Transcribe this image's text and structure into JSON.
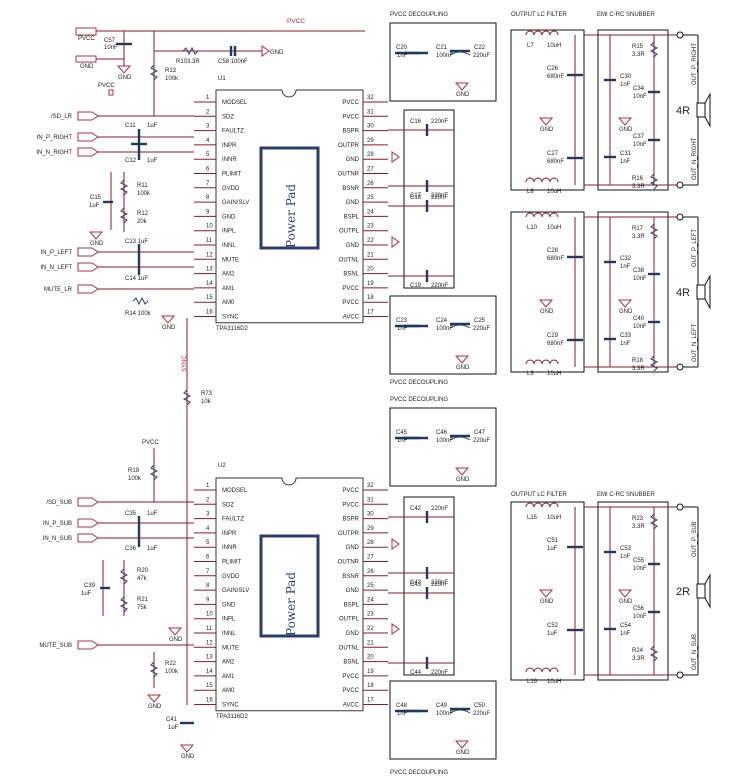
{
  "title": "TPA3116D2 2.1 Amplifier Schematic",
  "net_labels": {
    "pvcc": "PVCC",
    "gnd": "GND",
    "sync": "SYNC"
  },
  "section_titles": {
    "pvcc_decoupling": "PVCC DECOUPLING",
    "output_lc_filter": "OUTPUT LC FILTER",
    "emi_snubber": "EMI C-RC SNUBBER"
  },
  "power_pad_label": "Power Pad",
  "top_misc": {
    "c57": "C57",
    "c57v": "10nF",
    "r103": "R103.3R",
    "c58": "C58 100nF",
    "r13": "R13",
    "r13v": "100k",
    "u1": "U1",
    "u2": "U2",
    "r73": "R73",
    "r73v": "10k",
    "r19": "R19",
    "r19v": "100k"
  },
  "inputs_u1": [
    {
      "label": "/SD_LR"
    },
    {
      "label": "IN_P_RIGHT"
    },
    {
      "label": "IN_N_RIGHT"
    },
    {
      "label": "IN_P_LEFT"
    },
    {
      "label": "IN_N_LEFT"
    },
    {
      "label": "MUTE_LR"
    }
  ],
  "inputs_u2": [
    {
      "label": "/SD_SUB"
    },
    {
      "label": "IN_P_SUB"
    },
    {
      "label": "IN_N_SUB"
    },
    {
      "label": "MUTE_SUB"
    }
  ],
  "u1_input_parts": {
    "c11": "C11",
    "c11v": "1uF",
    "c12": "C12",
    "c12v": "1uF",
    "r11": "R11",
    "r11v": "100k",
    "r12": "R12",
    "r12v": "20k",
    "c15": "C15",
    "c15v": "1uF",
    "c13": "C13 1uF",
    "c14": "C14 1uF",
    "r14": "R14 100k"
  },
  "u2_input_parts": {
    "c35": "C35",
    "c35v": "1uF",
    "c36": "C36",
    "c36v": "1uF",
    "r20": "R20",
    "r20v": "47k",
    "r21": "R21",
    "r21v": "75k",
    "c39": "C39",
    "c39v": "1uF",
    "r22": "R22",
    "r22v": "100k",
    "c41": "C41",
    "c41v": "1uF"
  },
  "chip": {
    "part": "TPA3116D2",
    "left_pins": [
      {
        "num": "1",
        "name": "MODSEL"
      },
      {
        "num": "2",
        "name": "SDZ"
      },
      {
        "num": "3",
        "name": "FAULTZ"
      },
      {
        "num": "4",
        "name": "INPR"
      },
      {
        "num": "5",
        "name": "INNR"
      },
      {
        "num": "6",
        "name": "PLIMIT"
      },
      {
        "num": "7",
        "name": "GVDD"
      },
      {
        "num": "8",
        "name": "GAIN/SLV"
      },
      {
        "num": "9",
        "name": "GND"
      },
      {
        "num": "10",
        "name": "INPL"
      },
      {
        "num": "11",
        "name": "INNL"
      },
      {
        "num": "12",
        "name": "MUTE"
      },
      {
        "num": "13",
        "name": "AM2"
      },
      {
        "num": "14",
        "name": "AM1"
      },
      {
        "num": "15",
        "name": "AM0"
      },
      {
        "num": "16",
        "name": "SYNC"
      }
    ],
    "right_pins": [
      {
        "num": "32",
        "name": "PVCC"
      },
      {
        "num": "31",
        "name": "PVCC"
      },
      {
        "num": "30",
        "name": "BSPR"
      },
      {
        "num": "29",
        "name": "OUTPR"
      },
      {
        "num": "28",
        "name": "GND"
      },
      {
        "num": "27",
        "name": "OUTNR"
      },
      {
        "num": "26",
        "name": "BSNR"
      },
      {
        "num": "25",
        "name": "GND"
      },
      {
        "num": "24",
        "name": "BSPL"
      },
      {
        "num": "23",
        "name": "OUTPL"
      },
      {
        "num": "22",
        "name": "GND"
      },
      {
        "num": "21",
        "name": "OUTNL"
      },
      {
        "num": "20",
        "name": "BSNL"
      },
      {
        "num": "19",
        "name": "PVCC"
      },
      {
        "num": "18",
        "name": "PVCC"
      },
      {
        "num": "17",
        "name": "AVCC"
      }
    ]
  },
  "bootstrap_u1": [
    {
      "ref": "C16",
      "val": "220nF"
    },
    {
      "ref": "C17",
      "val": "220nF"
    },
    {
      "ref": "C18",
      "val": "220nF"
    },
    {
      "ref": "C19",
      "val": "220nF"
    }
  ],
  "bootstrap_u2": [
    {
      "ref": "C42",
      "val": "220nF"
    },
    {
      "ref": "C43",
      "val": "220nF"
    },
    {
      "ref": "C43",
      "val": "220nF"
    },
    {
      "ref": "C44",
      "val": "220nF"
    }
  ],
  "decoupling": [
    {
      "c1": "C20",
      "c1v": "1nF",
      "c2": "C21",
      "c2v": "100nF",
      "c3": "C22",
      "c3v": "220uF"
    },
    {
      "c1": "C23",
      "c1v": "1nF",
      "c2": "C24",
      "c2v": "100nF",
      "c3": "C25",
      "c3v": "220uF"
    },
    {
      "c1": "C45",
      "c1v": "1nF",
      "c2": "C46",
      "c2v": "100nF",
      "c3": "C47",
      "c3v": "220uF"
    },
    {
      "c1": "C48",
      "c1v": "1nF",
      "c2": "C49",
      "c2v": "100nF",
      "c3": "C50",
      "c3v": "220uF"
    }
  ],
  "lc_filters": [
    {
      "l_top": "L7",
      "l_bot": "L8",
      "lv": "10uH",
      "c_top": "C26",
      "c_bot": "C27",
      "cv": "680nF"
    },
    {
      "l_top": "L10",
      "l_bot": "L9",
      "lv": "10uH",
      "c_top": "C28",
      "c_bot": "C29",
      "cv": "680nF"
    },
    {
      "l_top": "L15",
      "l_bot": "L16",
      "lv": "10uH",
      "c_top": "C51",
      "c_bot": "C52",
      "cv": "1uF"
    }
  ],
  "snubbers": [
    {
      "r_top": "R15",
      "r_bot": "R16",
      "rv": "3.3R",
      "c_a": "C30",
      "c_b": "C31",
      "cav": "1nF",
      "c_c": "C34",
      "c_d": "C37",
      "ccv": "10nF"
    },
    {
      "r_top": "R17",
      "r_bot": "R18",
      "rv": "3.3R",
      "c_a": "C32",
      "c_b": "C33",
      "cav": "1nF",
      "c_c": "C38",
      "c_d": "C40",
      "ccv": "10nF"
    },
    {
      "r_top": "R23",
      "r_bot": "R24",
      "rv": "3.3R",
      "c_a": "C53",
      "c_b": "C54",
      "cav": "1nF",
      "c_c": "C55",
      "c_d": "C56",
      "ccv": "10nF"
    }
  ],
  "speakers": [
    {
      "imp": "4R",
      "out_p": "OUT_P_RIGHT",
      "out_n": "OUT_N_RIGHT"
    },
    {
      "imp": "4R",
      "out_p": "OUT_P_LEFT",
      "out_n": "OUT_N_LEFT"
    },
    {
      "imp": "2R",
      "out_p": "OUT_P_SUB",
      "out_n": "OUT_N_SUB"
    }
  ]
}
